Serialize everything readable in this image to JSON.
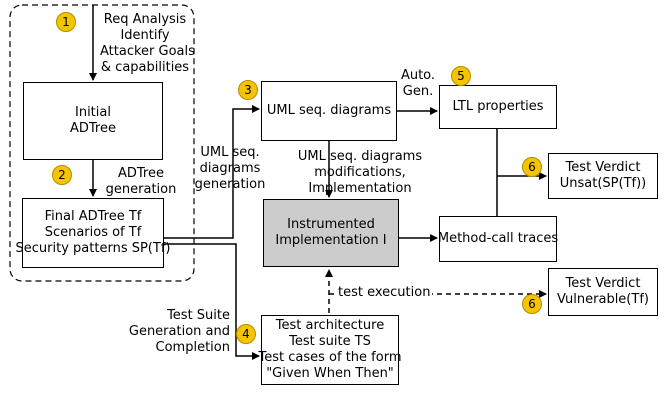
{
  "boxes": {
    "initial_adtree": [
      "Initial",
      "ADTree"
    ],
    "final_adtree": [
      "Final ADTree Tf",
      "Scenarios of Tf",
      "Security patterns SP(Tf)"
    ],
    "uml_seq": [
      "UML seq. diagrams"
    ],
    "ltl": [
      "LTL properties"
    ],
    "instrumented": [
      "Instrumented",
      "Implementation I"
    ],
    "method_traces": [
      "Method-call traces"
    ],
    "verdict_unsat": [
      "Test Verdict",
      "Unsat(SP(Tf))"
    ],
    "verdict_vulnerable": [
      "Test Verdict",
      "Vulnerable(Tf)"
    ],
    "test_arch": [
      "Test architecture",
      "Test suite TS",
      "Test cases of the form",
      "\"Given When Then\""
    ]
  },
  "labels": {
    "req_analysis": [
      "Req Analysis",
      "Identify",
      "Attacker Goals",
      "& capabilities"
    ],
    "adtree_generation": [
      "ADTree",
      "generation"
    ],
    "uml_generation": [
      "UML seq.",
      "diagrams",
      "generation"
    ],
    "auto_gen": [
      "Auto.",
      "Gen."
    ],
    "uml_mod": [
      "UML seq. diagrams",
      "modifications,",
      "Implementation"
    ],
    "test_suite_gen": [
      "Test Suite",
      "Generation and",
      "Completion"
    ],
    "test_execution": [
      "test execution"
    ]
  },
  "badges": [
    "1",
    "2",
    "3",
    "4",
    "5",
    "6",
    "6"
  ],
  "colors": {
    "badge_fill": "#f5c400",
    "highlight_box": "#cccccc"
  }
}
